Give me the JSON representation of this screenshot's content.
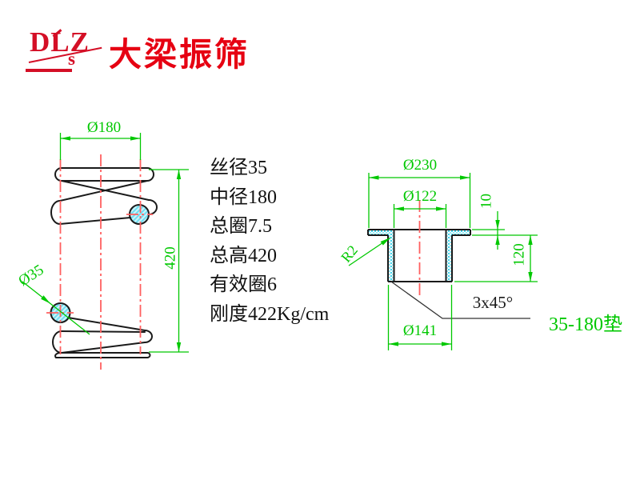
{
  "header": {
    "logo_text": "DLZ",
    "logo_sub": "s",
    "title": "大梁振筛"
  },
  "specs": {
    "items": [
      "丝径35",
      "中径180",
      "总圈7.5",
      "总高420",
      "有效圈6",
      "刚度422Kg/cm"
    ]
  },
  "spring_view": {
    "dim_mean_diameter": "Ø180",
    "dim_free_height": "420",
    "dim_wire_diameter": "Ø35"
  },
  "seat_view": {
    "dim_flange_diameter": "Ø230",
    "dim_bore_diameter": "Ø122",
    "dim_flange_thickness": "10",
    "dim_body_height": "120",
    "dim_body_diameter": "Ø141",
    "dim_fillet_radius": "R2",
    "dim_chamfer": "3x45°",
    "part_label": "35-180垫"
  },
  "colors": {
    "dimension_green": "#00c800",
    "centerline_red": "#ff6060",
    "hatch_cyan": "#3fd4ec",
    "outline_black": "#1a1a1a",
    "logo_red": "#d40f26",
    "title_red": "#e60012"
  }
}
